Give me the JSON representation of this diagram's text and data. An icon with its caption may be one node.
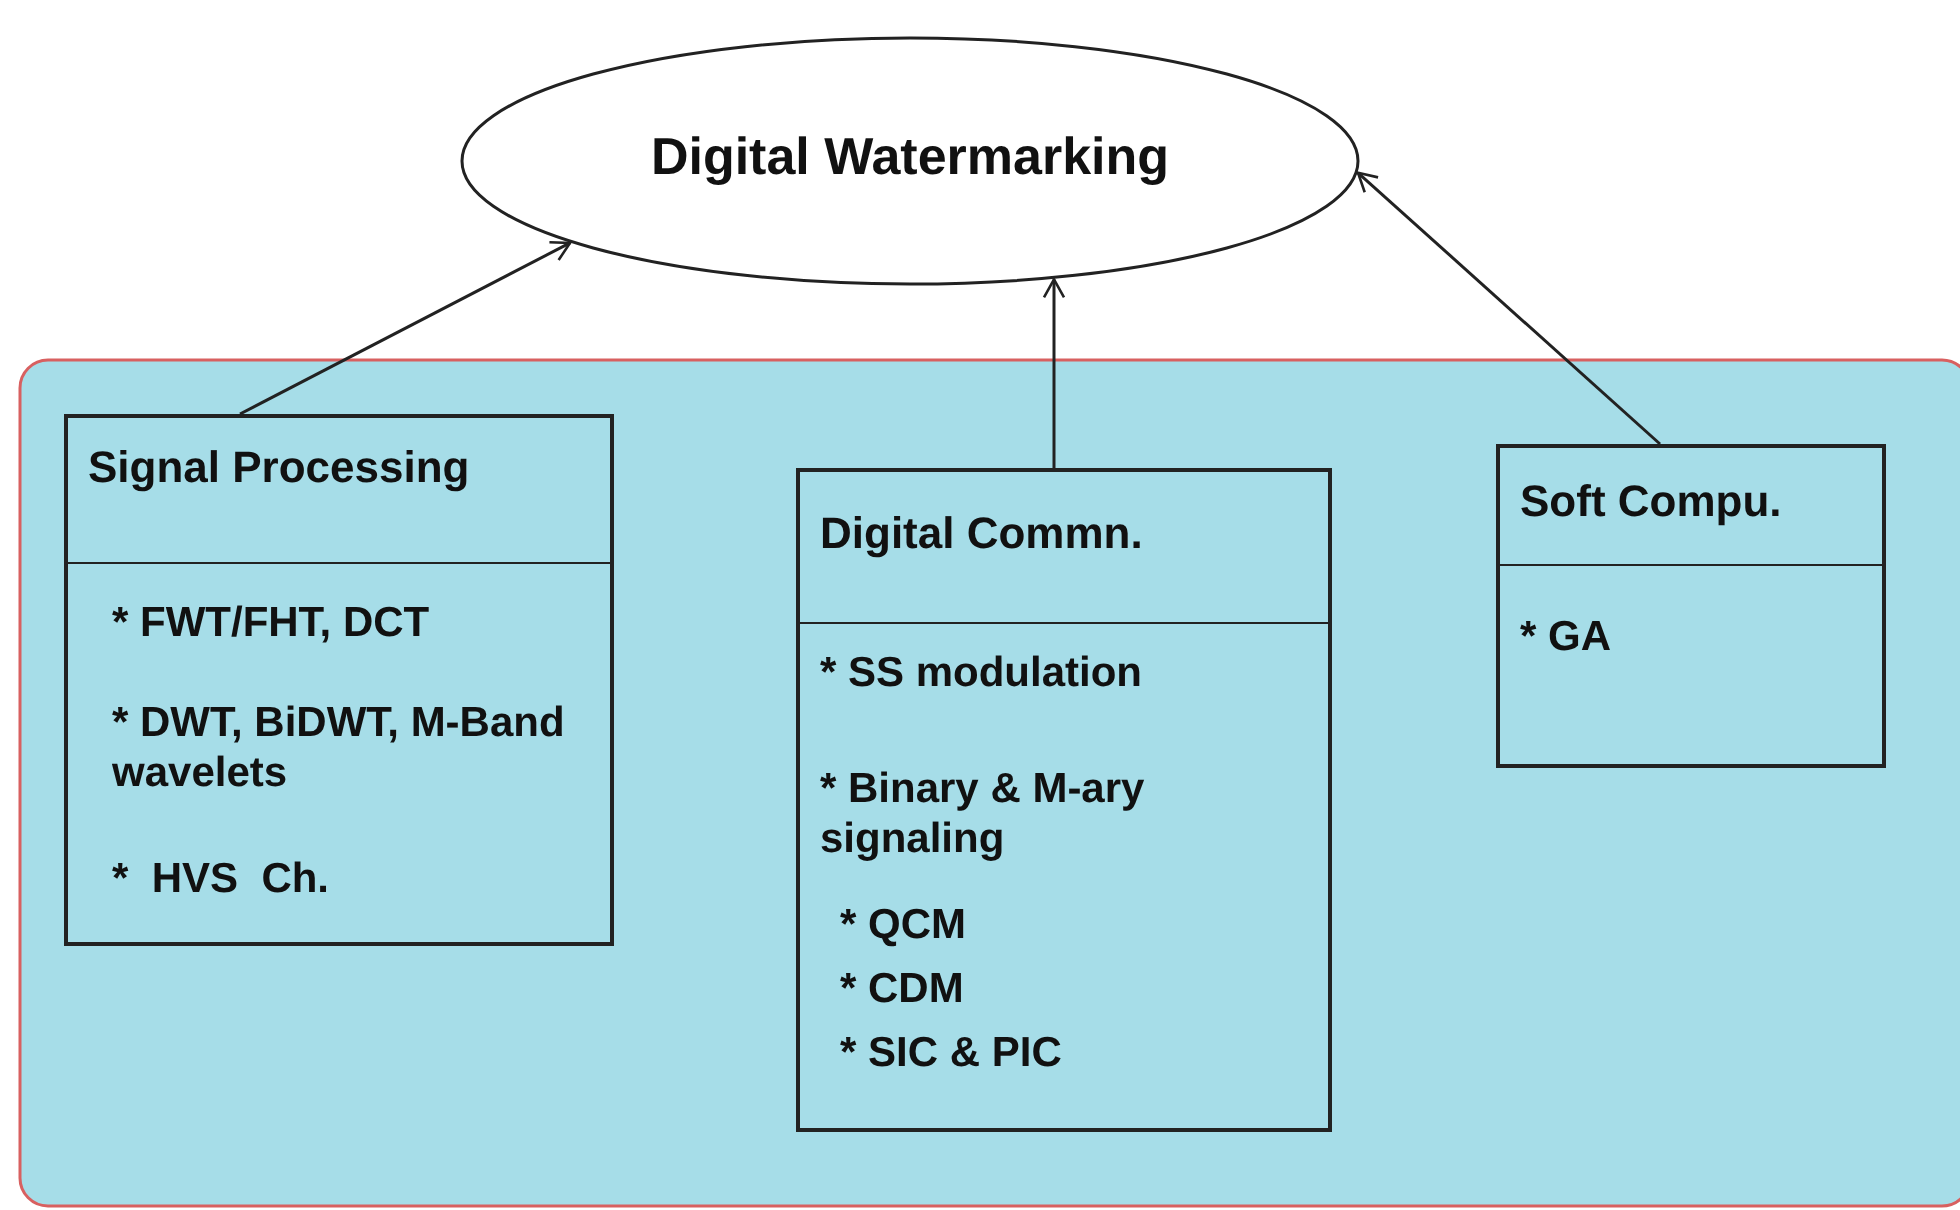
{
  "diagram": {
    "nodes": [
      {
        "text": [
          "Digital Watermarking"
        ]
      },
      {
        "text": [
          "Signal Processing",
          "* FWT/FHT, DCT",
          "* DWT, BiDWT, M-Band wavelets",
          "*  HVS  Ch."
        ]
      },
      {
        "text": [
          "Digital Commn.",
          "* SS modulation",
          "* Binary & M-ary signaling",
          "* QCM",
          "* CDM",
          "* SIC & PIC"
        ]
      },
      {
        "text": [
          "Soft Compu.",
          "* GA"
        ]
      }
    ],
    "edges": [
      {
        "from": 1,
        "to": 0,
        "arrow": "to"
      },
      {
        "from": 2,
        "to": 0,
        "arrow": "to"
      },
      {
        "from": 3,
        "to": 0,
        "arrow": "to"
      }
    ]
  }
}
